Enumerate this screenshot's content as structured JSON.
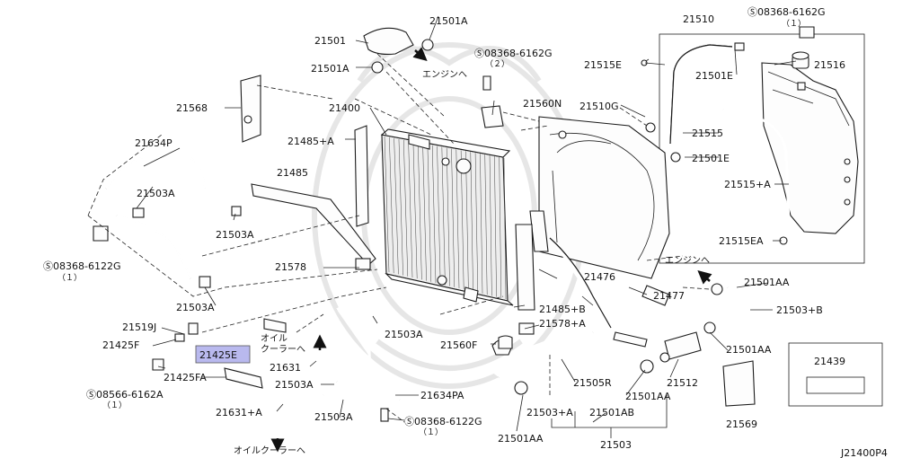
{
  "diagram": {
    "reference": "J21400P4",
    "highlighted_part": "21425E",
    "highlight_color": "#b9b9ee",
    "labels": [
      {
        "id": "21510",
        "text": "21510"
      },
      {
        "id": "s08368-6162g-1",
        "text": "Ⓢ08368-6162G"
      },
      {
        "id": "s08368-6162g-1-qty",
        "text": "（１）"
      },
      {
        "id": "21501a-top",
        "text": "21501A"
      },
      {
        "id": "21501",
        "text": "21501"
      },
      {
        "id": "s08368-6162g-2",
        "text": "Ⓢ08368-6162G"
      },
      {
        "id": "s08368-6162g-2-qty",
        "text": "（２）"
      },
      {
        "id": "to-engine-top",
        "text": "エンジンへ"
      },
      {
        "id": "21501a-mid",
        "text": "21501A"
      },
      {
        "id": "21515e",
        "text": "21515E"
      },
      {
        "id": "21501e-top",
        "text": "21501E"
      },
      {
        "id": "21516",
        "text": "21516"
      },
      {
        "id": "21568",
        "text": "21568"
      },
      {
        "id": "21400",
        "text": "21400"
      },
      {
        "id": "21560n",
        "text": "21560N"
      },
      {
        "id": "21510g",
        "text": "21510G"
      },
      {
        "id": "21485a",
        "text": "21485+A"
      },
      {
        "id": "21515",
        "text": "21515"
      },
      {
        "id": "21634p",
        "text": "21634P"
      },
      {
        "id": "21501e-bot",
        "text": "21501E"
      },
      {
        "id": "21485",
        "text": "21485"
      },
      {
        "id": "21503a-1",
        "text": "21503A"
      },
      {
        "id": "21515a",
        "text": "21515+A"
      },
      {
        "id": "21503a-2",
        "text": "21503A"
      },
      {
        "id": "21515ea",
        "text": "21515EA"
      },
      {
        "id": "s08368-6122g-1",
        "text": "Ⓢ08368-6122G"
      },
      {
        "id": "s08368-6122g-1-qty",
        "text": "（１）"
      },
      {
        "id": "21578",
        "text": "21578"
      },
      {
        "id": "to-engine-right",
        "text": "エンジンへ"
      },
      {
        "id": "21476",
        "text": "21476"
      },
      {
        "id": "21501aa-1",
        "text": "21501AA"
      },
      {
        "id": "21477",
        "text": "21477"
      },
      {
        "id": "21503a-3",
        "text": "21503A"
      },
      {
        "id": "21485b",
        "text": "21485+B"
      },
      {
        "id": "21503b",
        "text": "21503+B"
      },
      {
        "id": "21578a",
        "text": "21578+A"
      },
      {
        "id": "21519j",
        "text": "21519J"
      },
      {
        "id": "oil-cooler-1",
        "text": "オイル"
      },
      {
        "id": "oil-cooler-2",
        "text": "クーラーへ"
      },
      {
        "id": "21503a-4",
        "text": "21503A"
      },
      {
        "id": "21425f",
        "text": "21425F"
      },
      {
        "id": "21560f",
        "text": "21560F"
      },
      {
        "id": "21501aa-2",
        "text": "21501AA"
      },
      {
        "id": "21425e",
        "text": "21425E"
      },
      {
        "id": "21439",
        "text": "21439"
      },
      {
        "id": "21631",
        "text": "21631"
      },
      {
        "id": "21425fa",
        "text": "21425FA"
      },
      {
        "id": "21503a-5",
        "text": "21503A"
      },
      {
        "id": "21505r",
        "text": "21505R"
      },
      {
        "id": "21512",
        "text": "21512"
      },
      {
        "id": "s08566-6162a",
        "text": "Ⓢ08566-6162A"
      },
      {
        "id": "s08566-6162a-qty",
        "text": "（１）"
      },
      {
        "id": "21634pa",
        "text": "21634PA"
      },
      {
        "id": "21501aa-3",
        "text": "21501AA"
      },
      {
        "id": "21631a",
        "text": "21631+A"
      },
      {
        "id": "21503a-6",
        "text": "21503A"
      },
      {
        "id": "21503a-plus",
        "text": "21503+A"
      },
      {
        "id": "21501ab",
        "text": "21501AB"
      },
      {
        "id": "21569",
        "text": "21569"
      },
      {
        "id": "s08368-6122g-2",
        "text": "Ⓢ08368-6122G"
      },
      {
        "id": "s08368-6122g-2-qty",
        "text": "（１）"
      },
      {
        "id": "21501aa-4",
        "text": "21501AA"
      },
      {
        "id": "21503",
        "text": "21503"
      },
      {
        "id": "to-oil-cooler",
        "text": "オイルクーラーへ"
      },
      {
        "id": "ref",
        "text": "J21400P4"
      }
    ]
  }
}
